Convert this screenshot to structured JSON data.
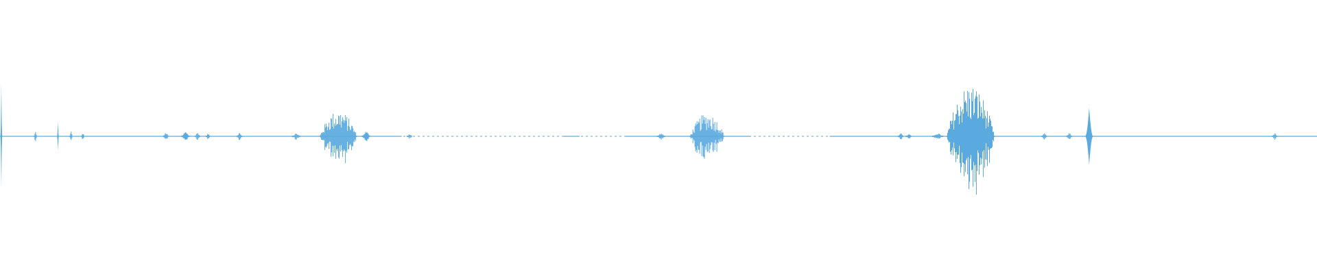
{
  "waveform": {
    "color": "#5aaae0",
    "background": "#ffffff",
    "baseline_style": "dashed-between-events",
    "bursts": [
      {
        "position": 0.001,
        "amplitude": 0.2,
        "width": 0.0015,
        "kind": "spike"
      },
      {
        "position": 0.027,
        "amplitude": 0.02,
        "width": 0.002,
        "kind": "blip"
      },
      {
        "position": 0.044,
        "amplitude": 0.055,
        "width": 0.0015,
        "kind": "spike"
      },
      {
        "position": 0.054,
        "amplitude": 0.02,
        "width": 0.002,
        "kind": "blip"
      },
      {
        "position": 0.063,
        "amplitude": 0.015,
        "width": 0.002,
        "kind": "blip"
      },
      {
        "position": 0.126,
        "amplitude": 0.015,
        "width": 0.004,
        "kind": "blip"
      },
      {
        "position": 0.141,
        "amplitude": 0.018,
        "width": 0.006,
        "kind": "blip"
      },
      {
        "position": 0.15,
        "amplitude": 0.015,
        "width": 0.004,
        "kind": "blip"
      },
      {
        "position": 0.158,
        "amplitude": 0.012,
        "width": 0.003,
        "kind": "blip"
      },
      {
        "position": 0.182,
        "amplitude": 0.015,
        "width": 0.004,
        "kind": "blip"
      },
      {
        "position": 0.225,
        "amplitude": 0.012,
        "width": 0.006,
        "kind": "blip"
      },
      {
        "position": 0.257,
        "amplitude": 0.1,
        "width": 0.028,
        "kind": "burst"
      },
      {
        "position": 0.278,
        "amplitude": 0.02,
        "width": 0.006,
        "kind": "blip"
      },
      {
        "position": 0.311,
        "amplitude": 0.01,
        "width": 0.004,
        "kind": "blip"
      },
      {
        "position": 0.502,
        "amplitude": 0.012,
        "width": 0.006,
        "kind": "blip"
      },
      {
        "position": 0.537,
        "amplitude": 0.09,
        "width": 0.026,
        "kind": "burst"
      },
      {
        "position": 0.684,
        "amplitude": 0.015,
        "width": 0.004,
        "kind": "blip"
      },
      {
        "position": 0.69,
        "amplitude": 0.01,
        "width": 0.004,
        "kind": "blip"
      },
      {
        "position": 0.712,
        "amplitude": 0.012,
        "width": 0.008,
        "kind": "blip"
      },
      {
        "position": 0.737,
        "amplitude": 0.2,
        "width": 0.036,
        "kind": "burst"
      },
      {
        "position": 0.793,
        "amplitude": 0.012,
        "width": 0.004,
        "kind": "blip"
      },
      {
        "position": 0.812,
        "amplitude": 0.015,
        "width": 0.004,
        "kind": "blip"
      },
      {
        "position": 0.827,
        "amplitude": 0.11,
        "width": 0.006,
        "kind": "spike"
      },
      {
        "position": 0.968,
        "amplitude": 0.012,
        "width": 0.004,
        "kind": "blip"
      }
    ],
    "solid_segments": [
      [
        0.0,
        0.305
      ],
      [
        0.44,
        0.428
      ],
      [
        0.475,
        0.57
      ],
      [
        0.63,
        0.684
      ],
      [
        0.684,
        0.72
      ],
      [
        0.72,
        0.77
      ],
      [
        0.77,
        0.84
      ],
      [
        0.84,
        1.0
      ]
    ]
  }
}
